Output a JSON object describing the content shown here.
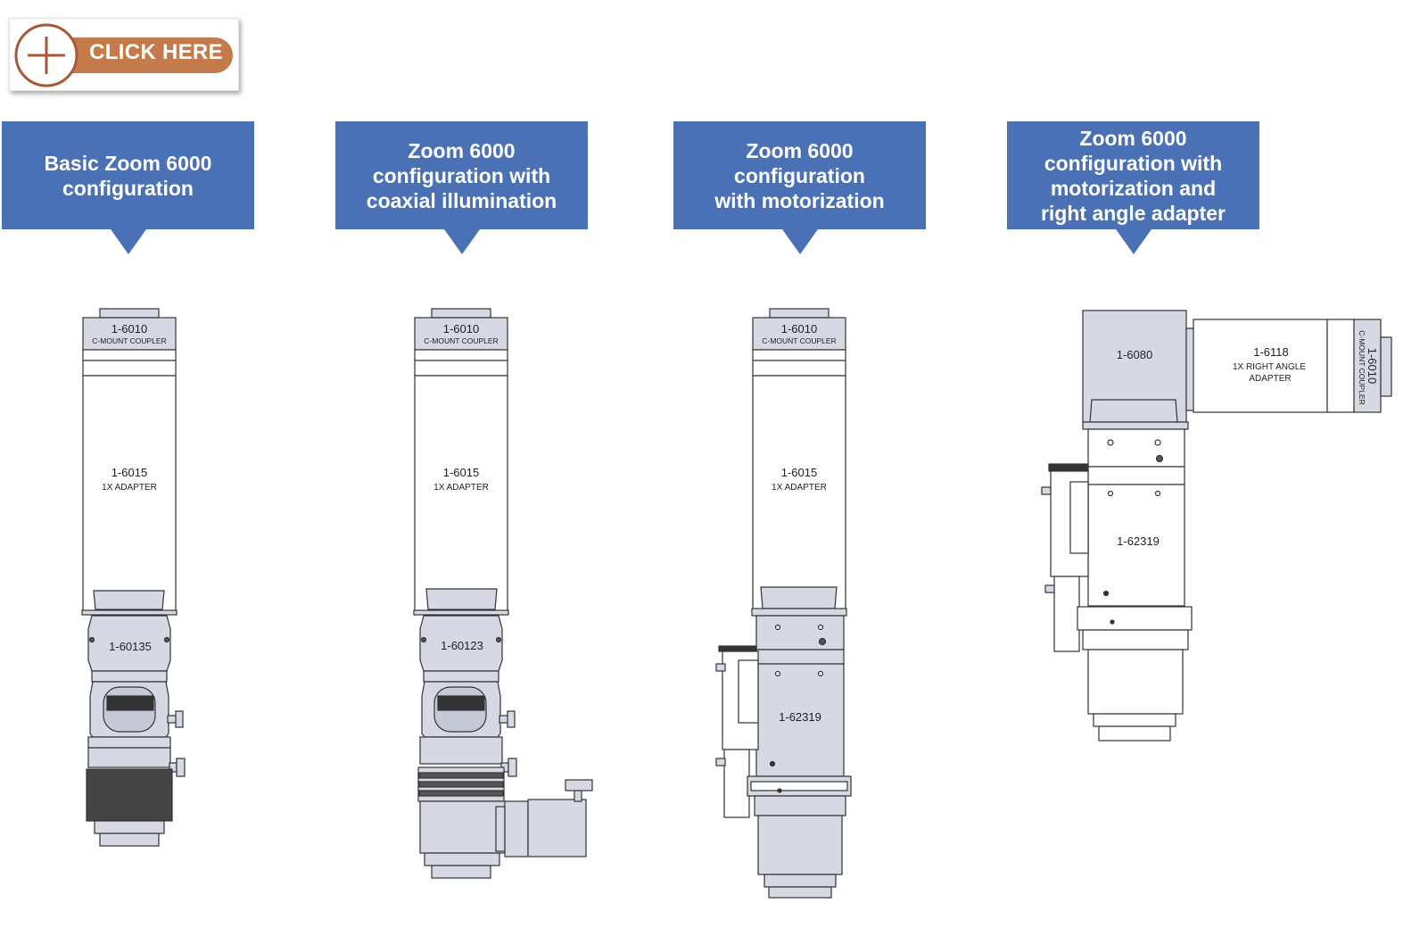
{
  "cta": {
    "label": "CLICK HERE",
    "icon": "plus-circle-icon",
    "accent": "#c47a4a"
  },
  "callouts": [
    {
      "text": "Basic Zoom 6000\nconfiguration"
    },
    {
      "text": "Zoom 6000\nconfiguration with\ncoaxial illumination"
    },
    {
      "text": "Zoom 6000\nconfiguration\nwith motorization"
    },
    {
      "text": "Zoom 6000\nconfiguration with\nmotorization and\nright angle adapter"
    }
  ],
  "config1": {
    "coupler": {
      "part": "1-6010",
      "desc": "C-MOUNT COUPLER"
    },
    "adapter": {
      "part": "1-6015",
      "desc": "1X ADAPTER"
    },
    "lower": {
      "part": "1-60135"
    }
  },
  "config2": {
    "coupler": {
      "part": "1-6010",
      "desc": "C-MOUNT COUPLER"
    },
    "adapter": {
      "part": "1-6015",
      "desc": "1X ADAPTER"
    },
    "lower": {
      "part": "1-60123"
    }
  },
  "config3": {
    "coupler": {
      "part": "1-6010",
      "desc": "C-MOUNT COUPLER"
    },
    "adapter": {
      "part": "1-6015",
      "desc": "1X ADAPTER"
    },
    "motor": {
      "part": "1-62319"
    }
  },
  "config4": {
    "block": {
      "part": "1-6080"
    },
    "rightangle": {
      "part": "1-6118",
      "desc1": "1X RIGHT ANGLE",
      "desc2": "ADAPTER"
    },
    "coupler": {
      "part": "1-6010",
      "desc": "C-MOUNT COUPLER"
    },
    "motor": {
      "part": "1-62319"
    }
  },
  "colors": {
    "callout_bg": "#4a71b5",
    "part_fill": "#d6d9e4",
    "outline": "#333333"
  }
}
